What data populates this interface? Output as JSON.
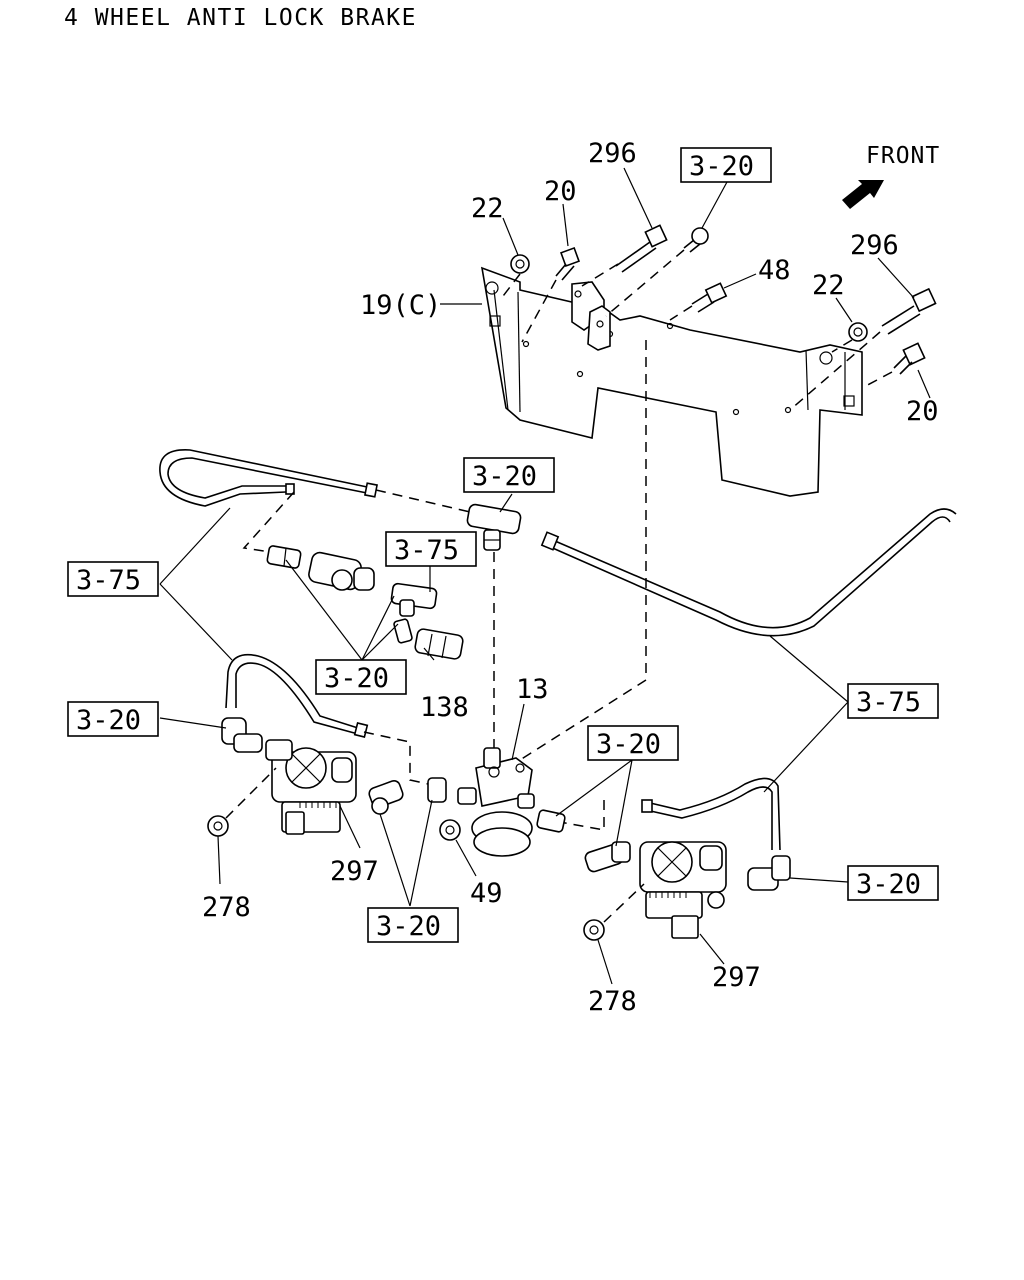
{
  "title": "4 WHEEL ANTI LOCK BRAKE",
  "front_label": "FRONT",
  "part_numbers": {
    "p296a": "296",
    "p22a": "22",
    "p20a": "20",
    "p19c": "19(C)",
    "p48": "48",
    "p22b": "22",
    "p296b": "296",
    "p20b": "20",
    "p13": "13",
    "p138": "138",
    "p49": "49",
    "p278a": "278",
    "p297a": "297",
    "p278b": "278",
    "p297b": "297"
  },
  "references": {
    "r320_top": "3-20",
    "r320_tee": "3-20",
    "r375_center": "3-75",
    "r375_left": "3-75",
    "r320_fittings": "3-20",
    "r320_left": "3-20",
    "r320_right_mid": "3-20",
    "r375_right": "3-75",
    "r320_right_low": "3-20",
    "r320_bottom": "3-20"
  },
  "icons": [
    "front-arrow-icon"
  ]
}
